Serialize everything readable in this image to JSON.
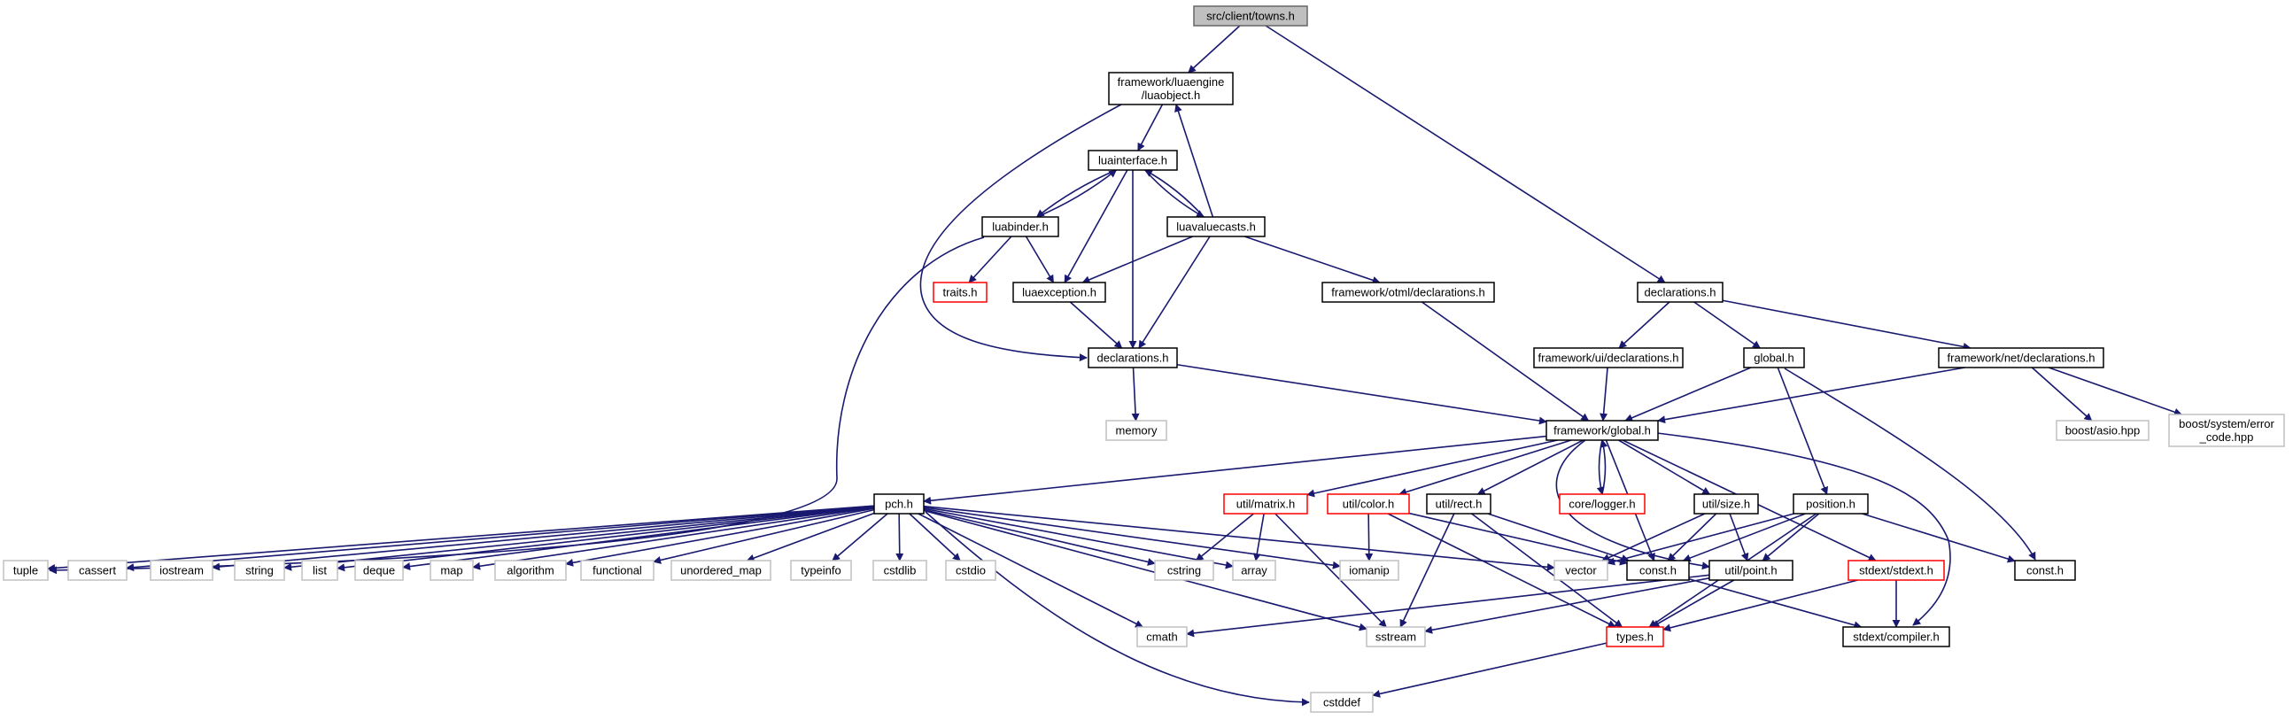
{
  "diagram": {
    "edge_color": "#191970",
    "border_colors": {
      "root": "#666666",
      "normal": "#000000",
      "missing": "#ff0000",
      "system": "#c0c0c0"
    },
    "root_fill": "#bfbfbf",
    "nodes": [
      {
        "id": "towns",
        "label": "src/client/towns.h",
        "kind": "root"
      },
      {
        "id": "luaobject",
        "label": "framework/luaengine\n/luaobject.h",
        "kind": "normal"
      },
      {
        "id": "declarations_client",
        "label": "declarations.h",
        "kind": "normal"
      },
      {
        "id": "luainterface",
        "label": "luainterface.h",
        "kind": "normal"
      },
      {
        "id": "luabinder",
        "label": "luabinder.h",
        "kind": "normal"
      },
      {
        "id": "luavaluecasts",
        "label": "luavaluecasts.h",
        "kind": "normal"
      },
      {
        "id": "traits",
        "label": "traits.h",
        "kind": "missing"
      },
      {
        "id": "luaexception",
        "label": "luaexception.h",
        "kind": "normal"
      },
      {
        "id": "otml_decl",
        "label": "framework/otml/declarations.h",
        "kind": "normal"
      },
      {
        "id": "luaengine_decl",
        "label": "declarations.h",
        "kind": "normal"
      },
      {
        "id": "memory",
        "label": "memory",
        "kind": "system"
      },
      {
        "id": "ui_decl",
        "label": "framework/ui/declarations.h",
        "kind": "normal"
      },
      {
        "id": "global_client",
        "label": "global.h",
        "kind": "normal"
      },
      {
        "id": "net_decl",
        "label": "framework/net/declarations.h",
        "kind": "normal"
      },
      {
        "id": "fw_global",
        "label": "framework/global.h",
        "kind": "normal"
      },
      {
        "id": "boost_asio",
        "label": "boost/asio.hpp",
        "kind": "system"
      },
      {
        "id": "boost_error",
        "label": "boost/system/error\n_code.hpp",
        "kind": "system"
      },
      {
        "id": "pch",
        "label": "pch.h",
        "kind": "normal"
      },
      {
        "id": "matrix",
        "label": "util/matrix.h",
        "kind": "missing"
      },
      {
        "id": "color",
        "label": "util/color.h",
        "kind": "missing"
      },
      {
        "id": "rect",
        "label": "util/rect.h",
        "kind": "normal"
      },
      {
        "id": "logger",
        "label": "core/logger.h",
        "kind": "missing"
      },
      {
        "id": "size",
        "label": "util/size.h",
        "kind": "normal"
      },
      {
        "id": "position",
        "label": "position.h",
        "kind": "normal"
      },
      {
        "id": "tuple",
        "label": "tuple",
        "kind": "system"
      },
      {
        "id": "cassert",
        "label": "cassert",
        "kind": "system"
      },
      {
        "id": "iostream",
        "label": "iostream",
        "kind": "system"
      },
      {
        "id": "string",
        "label": "string",
        "kind": "system"
      },
      {
        "id": "list",
        "label": "list",
        "kind": "system"
      },
      {
        "id": "deque",
        "label": "deque",
        "kind": "system"
      },
      {
        "id": "map",
        "label": "map",
        "kind": "system"
      },
      {
        "id": "algorithm",
        "label": "algorithm",
        "kind": "system"
      },
      {
        "id": "functional",
        "label": "functional",
        "kind": "system"
      },
      {
        "id": "unordered_map",
        "label": "unordered_map",
        "kind": "system"
      },
      {
        "id": "typeinfo",
        "label": "typeinfo",
        "kind": "system"
      },
      {
        "id": "cstdlib",
        "label": "cstdlib",
        "kind": "system"
      },
      {
        "id": "cstdio",
        "label": "cstdio",
        "kind": "system"
      },
      {
        "id": "cstring",
        "label": "cstring",
        "kind": "system"
      },
      {
        "id": "array",
        "label": "array",
        "kind": "system"
      },
      {
        "id": "iomanip",
        "label": "iomanip",
        "kind": "system"
      },
      {
        "id": "vector",
        "label": "vector",
        "kind": "system"
      },
      {
        "id": "const_fw",
        "label": "const.h",
        "kind": "normal"
      },
      {
        "id": "point",
        "label": "util/point.h",
        "kind": "normal"
      },
      {
        "id": "stdext",
        "label": "stdext/stdext.h",
        "kind": "missing"
      },
      {
        "id": "const_client",
        "label": "const.h",
        "kind": "normal"
      },
      {
        "id": "cmath",
        "label": "cmath",
        "kind": "system"
      },
      {
        "id": "sstream",
        "label": "sstream",
        "kind": "system"
      },
      {
        "id": "types",
        "label": "types.h",
        "kind": "missing"
      },
      {
        "id": "compiler",
        "label": "stdext/compiler.h",
        "kind": "normal"
      },
      {
        "id": "cstddef",
        "label": "cstddef",
        "kind": "system"
      }
    ],
    "edges": [
      [
        "towns",
        "luaobject"
      ],
      [
        "towns",
        "declarations_client"
      ],
      [
        "luaobject",
        "luainterface"
      ],
      [
        "luaobject",
        "luaengine_decl"
      ],
      [
        "luainterface",
        "luabinder"
      ],
      [
        "luainterface",
        "luavaluecasts"
      ],
      [
        "luainterface",
        "luaexception"
      ],
      [
        "luainterface",
        "luaengine_decl"
      ],
      [
        "luabinder",
        "luainterface"
      ],
      [
        "luabinder",
        "traits"
      ],
      [
        "luabinder",
        "luaexception"
      ],
      [
        "luabinder",
        "tuple"
      ],
      [
        "luavaluecasts",
        "luainterface"
      ],
      [
        "luavaluecasts",
        "luaobject"
      ],
      [
        "luavaluecasts",
        "luaexception"
      ],
      [
        "luavaluecasts",
        "luaengine_decl"
      ],
      [
        "luavaluecasts",
        "otml_decl"
      ],
      [
        "luaexception",
        "luaengine_decl"
      ],
      [
        "luaengine_decl",
        "memory"
      ],
      [
        "luaengine_decl",
        "fw_global"
      ],
      [
        "otml_decl",
        "fw_global"
      ],
      [
        "declarations_client",
        "ui_decl"
      ],
      [
        "declarations_client",
        "global_client"
      ],
      [
        "declarations_client",
        "net_decl"
      ],
      [
        "ui_decl",
        "fw_global"
      ],
      [
        "global_client",
        "fw_global"
      ],
      [
        "global_client",
        "position"
      ],
      [
        "global_client",
        "const_client"
      ],
      [
        "net_decl",
        "fw_global"
      ],
      [
        "net_decl",
        "boost_asio"
      ],
      [
        "net_decl",
        "boost_error"
      ],
      [
        "fw_global",
        "pch"
      ],
      [
        "fw_global",
        "matrix"
      ],
      [
        "fw_global",
        "color"
      ],
      [
        "fw_global",
        "rect"
      ],
      [
        "fw_global",
        "logger"
      ],
      [
        "fw_global",
        "size"
      ],
      [
        "fw_global",
        "const_fw"
      ],
      [
        "fw_global",
        "point"
      ],
      [
        "fw_global",
        "stdext"
      ],
      [
        "fw_global",
        "compiler"
      ],
      [
        "logger",
        "fw_global"
      ],
      [
        "pch",
        "tuple"
      ],
      [
        "pch",
        "cassert"
      ],
      [
        "pch",
        "iostream"
      ],
      [
        "pch",
        "string"
      ],
      [
        "pch",
        "list"
      ],
      [
        "pch",
        "deque"
      ],
      [
        "pch",
        "map"
      ],
      [
        "pch",
        "algorithm"
      ],
      [
        "pch",
        "functional"
      ],
      [
        "pch",
        "unordered_map"
      ],
      [
        "pch",
        "typeinfo"
      ],
      [
        "pch",
        "cstdlib"
      ],
      [
        "pch",
        "cstdio"
      ],
      [
        "pch",
        "cstring"
      ],
      [
        "pch",
        "array"
      ],
      [
        "pch",
        "iomanip"
      ],
      [
        "pch",
        "vector"
      ],
      [
        "pch",
        "cmath"
      ],
      [
        "pch",
        "sstream"
      ],
      [
        "pch",
        "cstddef"
      ],
      [
        "matrix",
        "cstring"
      ],
      [
        "matrix",
        "array"
      ],
      [
        "matrix",
        "sstream"
      ],
      [
        "color",
        "iomanip"
      ],
      [
        "color",
        "const_fw"
      ],
      [
        "color",
        "types"
      ],
      [
        "rect",
        "const_fw"
      ],
      [
        "rect",
        "sstream"
      ],
      [
        "rect",
        "types"
      ],
      [
        "size",
        "vector"
      ],
      [
        "size",
        "const_fw"
      ],
      [
        "size",
        "point"
      ],
      [
        "position",
        "vector"
      ],
      [
        "position",
        "const_fw"
      ],
      [
        "position",
        "point"
      ],
      [
        "position",
        "const_client"
      ],
      [
        "position",
        "types"
      ],
      [
        "point",
        "cmath"
      ],
      [
        "point",
        "sstream"
      ],
      [
        "point",
        "types"
      ],
      [
        "stdext",
        "types"
      ],
      [
        "stdext",
        "compiler"
      ],
      [
        "const_fw",
        "compiler"
      ],
      [
        "types",
        "cstddef"
      ]
    ]
  }
}
